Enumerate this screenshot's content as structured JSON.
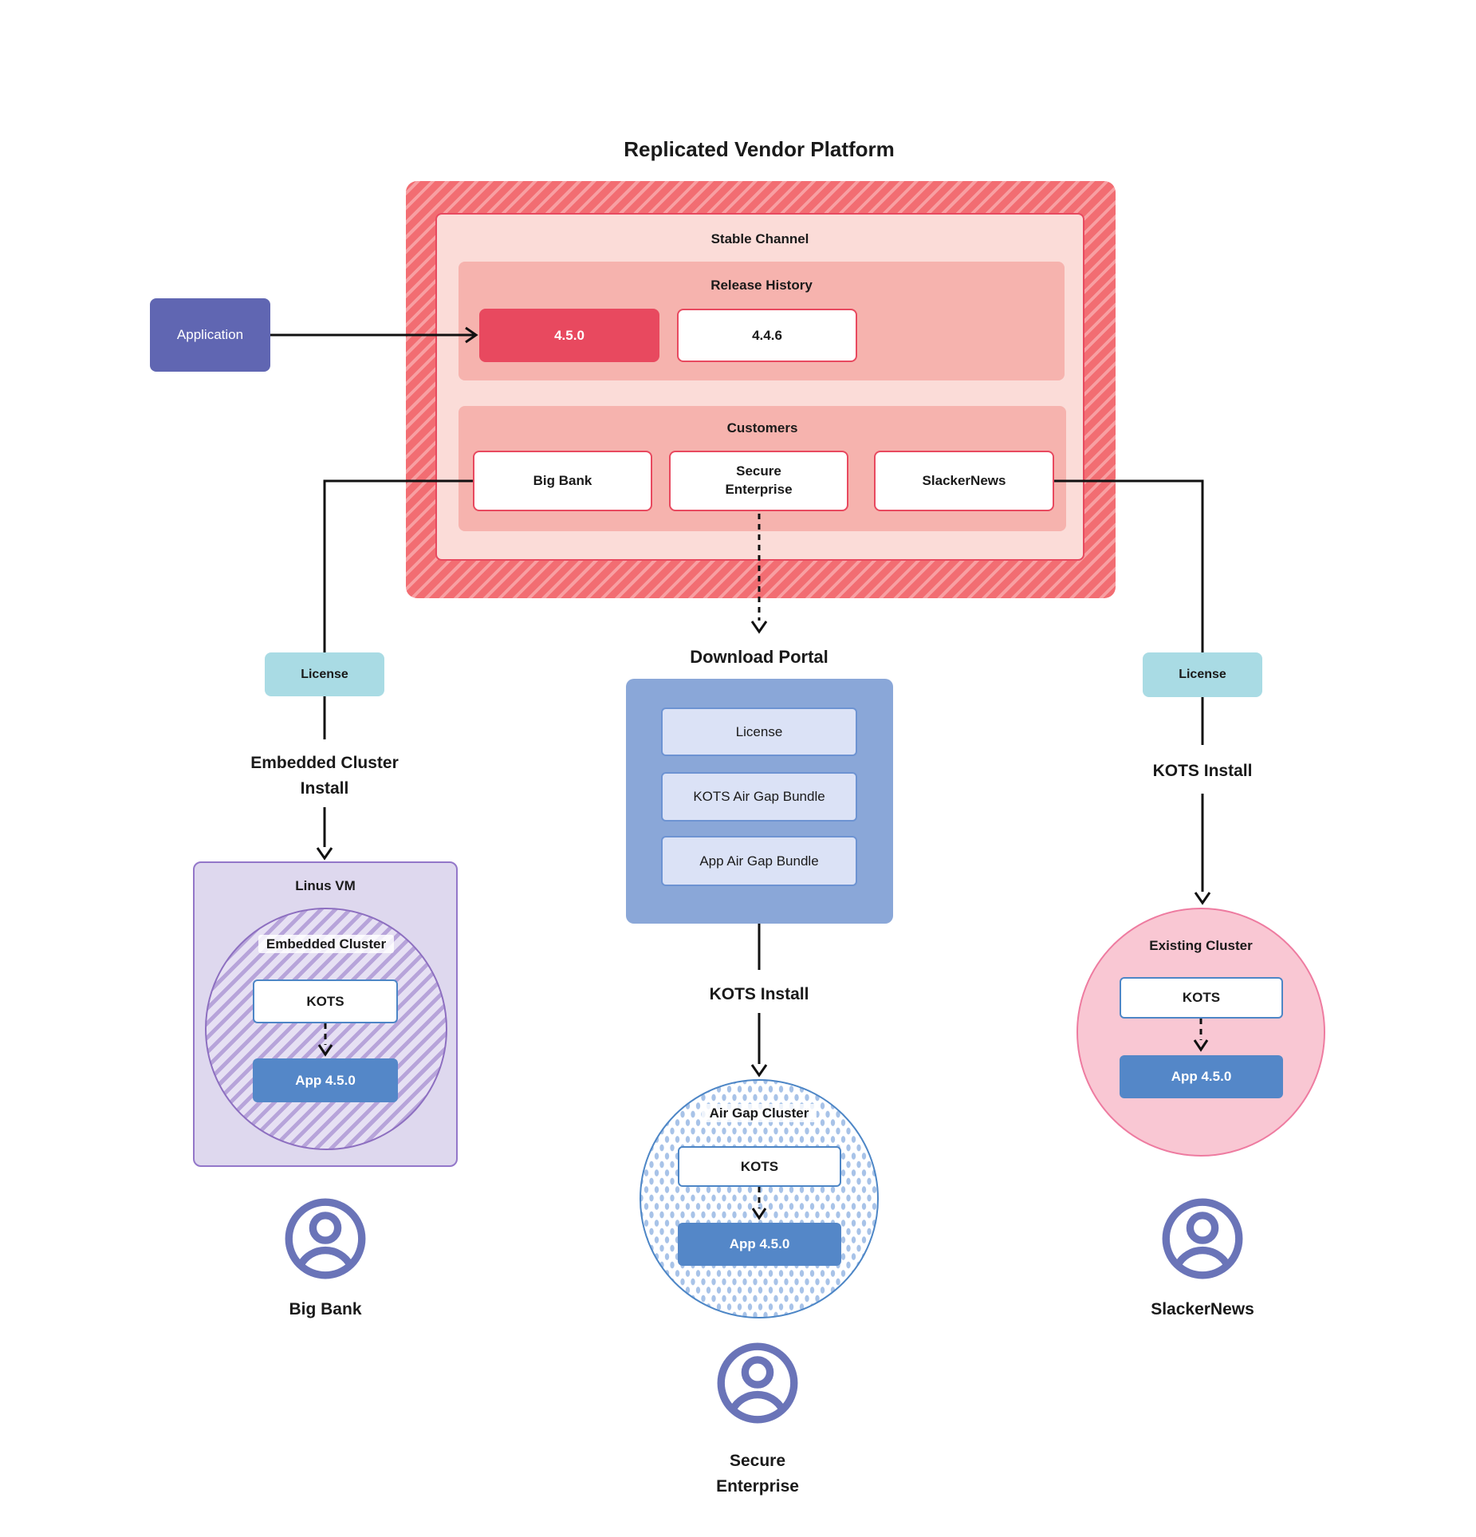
{
  "title": "Replicated Vendor Platform",
  "colors": {
    "red_accent": "#e8495f",
    "salmon": "#f6b3ae",
    "pink_light": "#fbdcd8",
    "hatch_red": "#f26d72",
    "app_blue": "#5487c8",
    "portal_blue": "#8aa7d8",
    "bundle_lavender": "#dbe2f6",
    "license_teal": "#a9dbe4",
    "application_purple": "#6066b2",
    "vm_purple": "#ded8ee",
    "existing_cluster_pink": "#f9c7d3",
    "user_icon_purple": "#6a74b8"
  },
  "platform": {
    "stable_channel_label": "Stable Channel",
    "release_history": {
      "label": "Release History",
      "active_release": "4.5.0",
      "previous_release": "4.4.6"
    },
    "customers": {
      "label": "Customers",
      "items": [
        "Big Bank",
        "Secure Enterprise",
        "SlackerNews"
      ]
    }
  },
  "application": {
    "label": "Application"
  },
  "left_flow": {
    "license_label": "License",
    "install_label": "Embedded Cluster Install",
    "vm_label": "Linus VM",
    "cluster_label": "Embedded Cluster",
    "kots_label": "KOTS",
    "app_label": "App 4.5.0",
    "user_label": "Big Bank"
  },
  "middle_flow": {
    "portal_label": "Download Portal",
    "bundles": [
      "License",
      "KOTS Air Gap Bundle",
      "App Air Gap Bundle"
    ],
    "install_label": "KOTS Install",
    "cluster_label": "Air Gap Cluster",
    "kots_label": "KOTS",
    "app_label": "App 4.5.0",
    "user_label": "Secure Enterprise"
  },
  "right_flow": {
    "license_label": "License",
    "install_label": "KOTS Install",
    "cluster_label": "Existing Cluster",
    "kots_label": "KOTS",
    "app_label": "App 4.5.0",
    "user_label": "SlackerNews"
  }
}
